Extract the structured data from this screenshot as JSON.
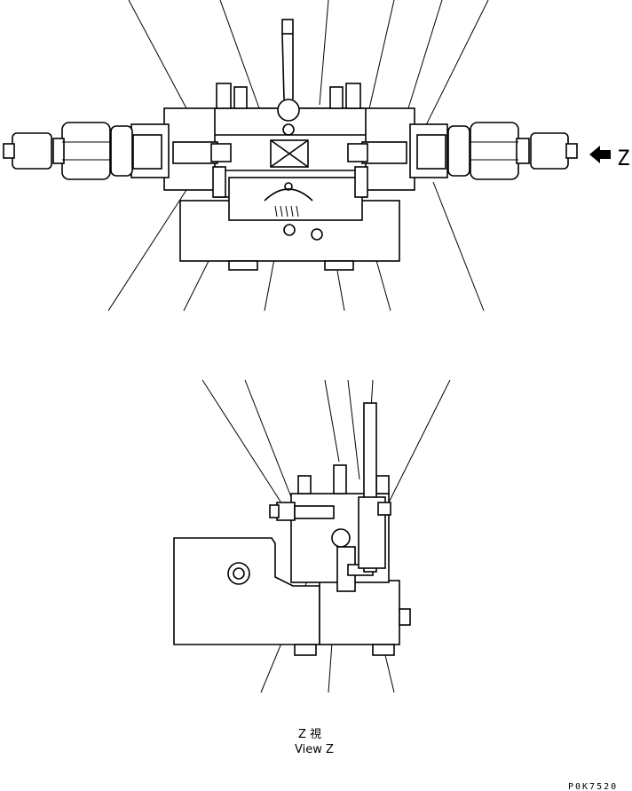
{
  "view_marker": {
    "letter": "Z",
    "arrow_icon": "arrow-left-icon"
  },
  "caption": {
    "japanese": "Z 視",
    "english": "View Z"
  },
  "drawing_code": "P0K7520"
}
